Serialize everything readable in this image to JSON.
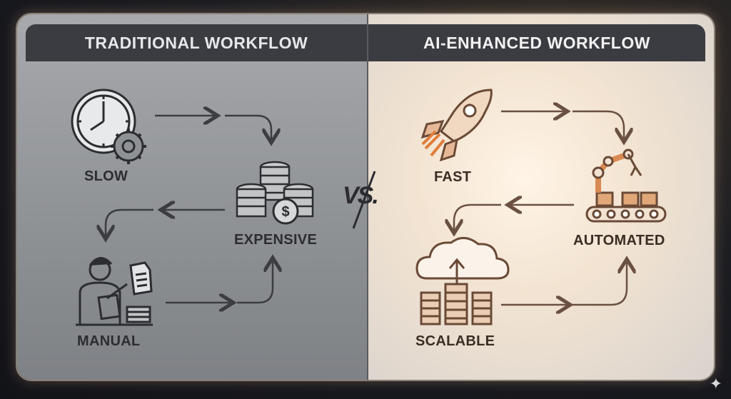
{
  "left": {
    "title": "TRADITIONAL WORKFLOW",
    "items": {
      "slow": "SLOW",
      "expensive": "EXPENSIVE",
      "manual": "MANUAL"
    }
  },
  "right": {
    "title": "AI-ENHANCED WORKFLOW",
    "items": {
      "fast": "FAST",
      "automated": "AUTOMATED",
      "scalable": "SCALABLE"
    }
  },
  "vs": "VS.",
  "icons": {
    "slow": "clock-gear-icon",
    "expensive": "coin-stack-icon",
    "manual": "person-documents-icon",
    "fast": "rocket-icon",
    "automated": "robot-arm-conveyor-icon",
    "scalable": "cloud-server-icon"
  },
  "colors": {
    "left_accent": "#2c2d31",
    "right_accent": "#6a4a36"
  }
}
